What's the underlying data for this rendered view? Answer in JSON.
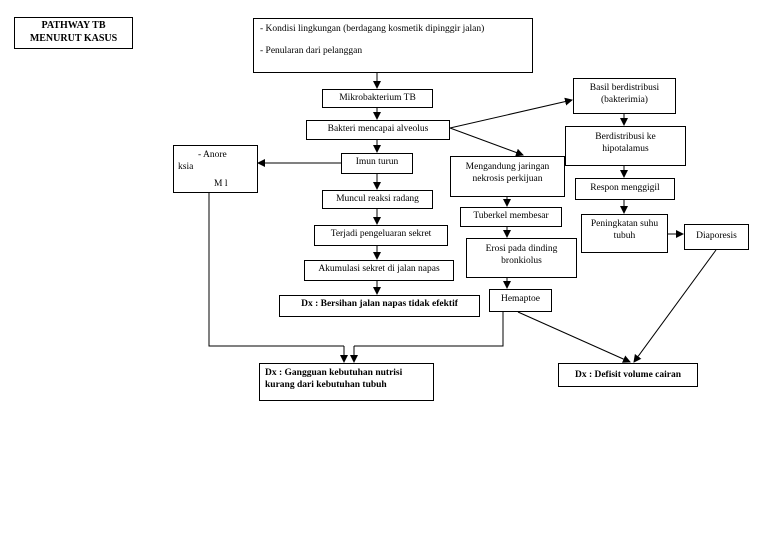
{
  "title": {
    "line1": "PATHWAY TB",
    "line2": "MENURUT KASUS"
  },
  "nodes": {
    "kondisi": {
      "line1": "- Kondisi  lingkungan (berdagang kosmetik dipinggir jalan)",
      "line2": "- Penularan dari pelanggan"
    },
    "mikro": "Mikrobakterium TB",
    "alveolus": "Bakteri mencapai alveolus",
    "anoreksia": {
      "line1": "-   Anore",
      "line2": "ksia",
      "line3": "M  l"
    },
    "imun": "Imun turun",
    "radang": "Muncul reaksi radang",
    "sekret": "Terjadi pengeluaran sekret",
    "akumulasi": "Akumulasi sekret di jalan napas",
    "dx_jalan_napas": "Dx : Bersihan jalan napas tidak efektif",
    "dx_nutrisi": {
      "line1": "Dx : Gangguan kebutuhan nutrisi",
      "line2": "kurang dari kebutuhan tubuh"
    },
    "nekrosis": {
      "line1": "Mengandung jaringan",
      "line2": "nekrosis perkijuan"
    },
    "tuberkel": "Tuberkel membesar",
    "erosi": {
      "line1": "Erosi pada dinding",
      "line2": "bronkiolus"
    },
    "hemaptoe": "Hemaptoe",
    "basil": {
      "line1": "Basil berdistribusi",
      "line2": "(bakterimia)"
    },
    "hipotalamus": {
      "line1": "Berdistribusi ke",
      "line2": "hipotalamus"
    },
    "menggigil": "Respon menggigil",
    "suhu": {
      "line1": "Peningkatan suhu",
      "line2": "tubuh"
    },
    "diaporesis": "Diaporesis",
    "dx_cairan": "Dx : Defisit volume cairan"
  }
}
